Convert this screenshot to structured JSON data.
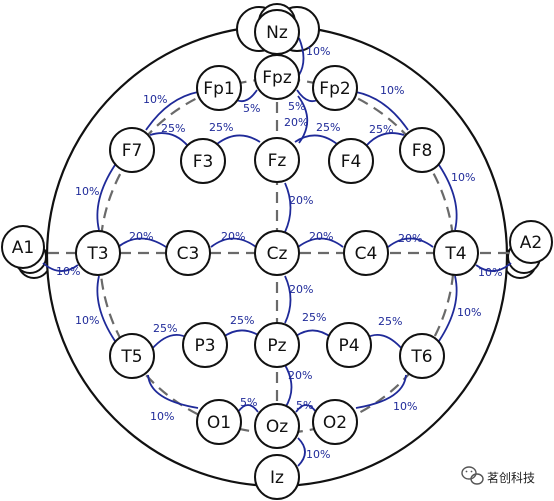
{
  "colors": {
    "electrode_fill": "#ffffff",
    "electrode_stroke": "#111111",
    "arc_color": "#1f2a99",
    "guide_color": "#6a6a6a",
    "label_color": "#1f2a99"
  },
  "electrodes": {
    "Nz": "Nz",
    "Fpz": "Fpz",
    "Fp1": "Fp1",
    "Fp2": "Fp2",
    "F7": "F7",
    "F3": "F3",
    "Fz": "Fz",
    "F4": "F4",
    "F8": "F8",
    "A1": "A1",
    "T3": "T3",
    "C3": "C3",
    "Cz": "Cz",
    "C4": "C4",
    "T4": "T4",
    "A2": "A2",
    "T5": "T5",
    "P3": "P3",
    "Pz": "Pz",
    "P4": "P4",
    "T6": "T6",
    "O1": "O1",
    "Oz": "Oz",
    "O2": "O2",
    "Iz": "Iz"
  },
  "spacing_labels": {
    "nz_fpz": "10%",
    "fpz_fp1": "5%",
    "fpz_fp2": "5%",
    "fp1_f7": "10%",
    "fp2_f8": "10%",
    "f7_f3": "25%",
    "f3_fz": "25%",
    "fpz_fz": "20%",
    "fz_f4": "25%",
    "f4_f8": "25%",
    "fz_cz": "20%",
    "f7_t3": "10%",
    "f8_t4": "10%",
    "a1_t3": "10%",
    "t4_a2": "10%",
    "t3_c3": "20%",
    "c3_cz": "20%",
    "cz_c4": "20%",
    "c4_t4": "20%",
    "cz_pz": "20%",
    "t3_t5": "10%",
    "t4_t6": "10%",
    "t5_p3": "25%",
    "p3_pz": "25%",
    "pz_p4": "25%",
    "p4_t6": "25%",
    "pz_oz": "20%",
    "o1_oz": "5%",
    "oz_o2": "5%",
    "t5_o1": "10%",
    "t6_o2": "10%",
    "oz_iz": "10%"
  },
  "watermark": {
    "icon": "wechat-icon",
    "text": "茗创科技"
  }
}
